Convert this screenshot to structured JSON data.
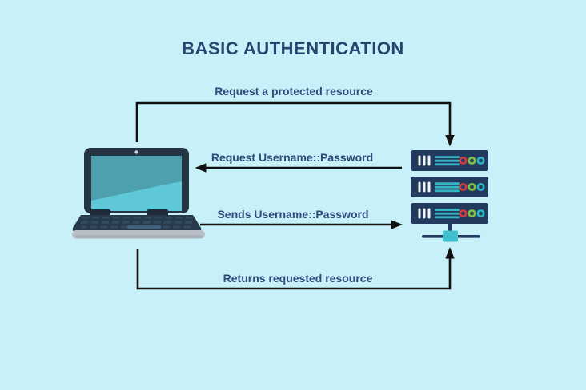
{
  "title": "BASIC AUTHENTICATION",
  "diagram": {
    "flows": [
      {
        "label": "Request a protected resource",
        "from": "client",
        "to": "server"
      },
      {
        "label": "Request Username::Password",
        "from": "server",
        "to": "client"
      },
      {
        "label": "Sends Username::Password",
        "from": "client",
        "to": "server"
      },
      {
        "label": "Returns requested resource",
        "from": "server",
        "to": "client"
      }
    ],
    "icons": {
      "client": "laptop-icon",
      "server": "server-stack-icon"
    }
  },
  "colors": {
    "background": "#c7f0f9",
    "title_text": "#27456e",
    "label_text": "#2e4b7a",
    "arrow": "#111111",
    "laptop_body": "#233442",
    "laptop_deck": "#263a4b",
    "laptop_key": "#33495d",
    "laptop_key_light": "#41607a",
    "laptop_base_gray": "#b9bfc7",
    "laptop_base_shadow": "#a9b0b9",
    "screen_dark": "#4da0ad",
    "screen_light": "#5fc8d7",
    "server_body": "#223a5d",
    "server_bars": "#f2f5f5",
    "server_lines": "#35b4c4",
    "led_red": "#d4373e",
    "led_green": "#7fc13e",
    "led_teal": "#27b3c4",
    "hub_teal": "#3fc0cd"
  }
}
